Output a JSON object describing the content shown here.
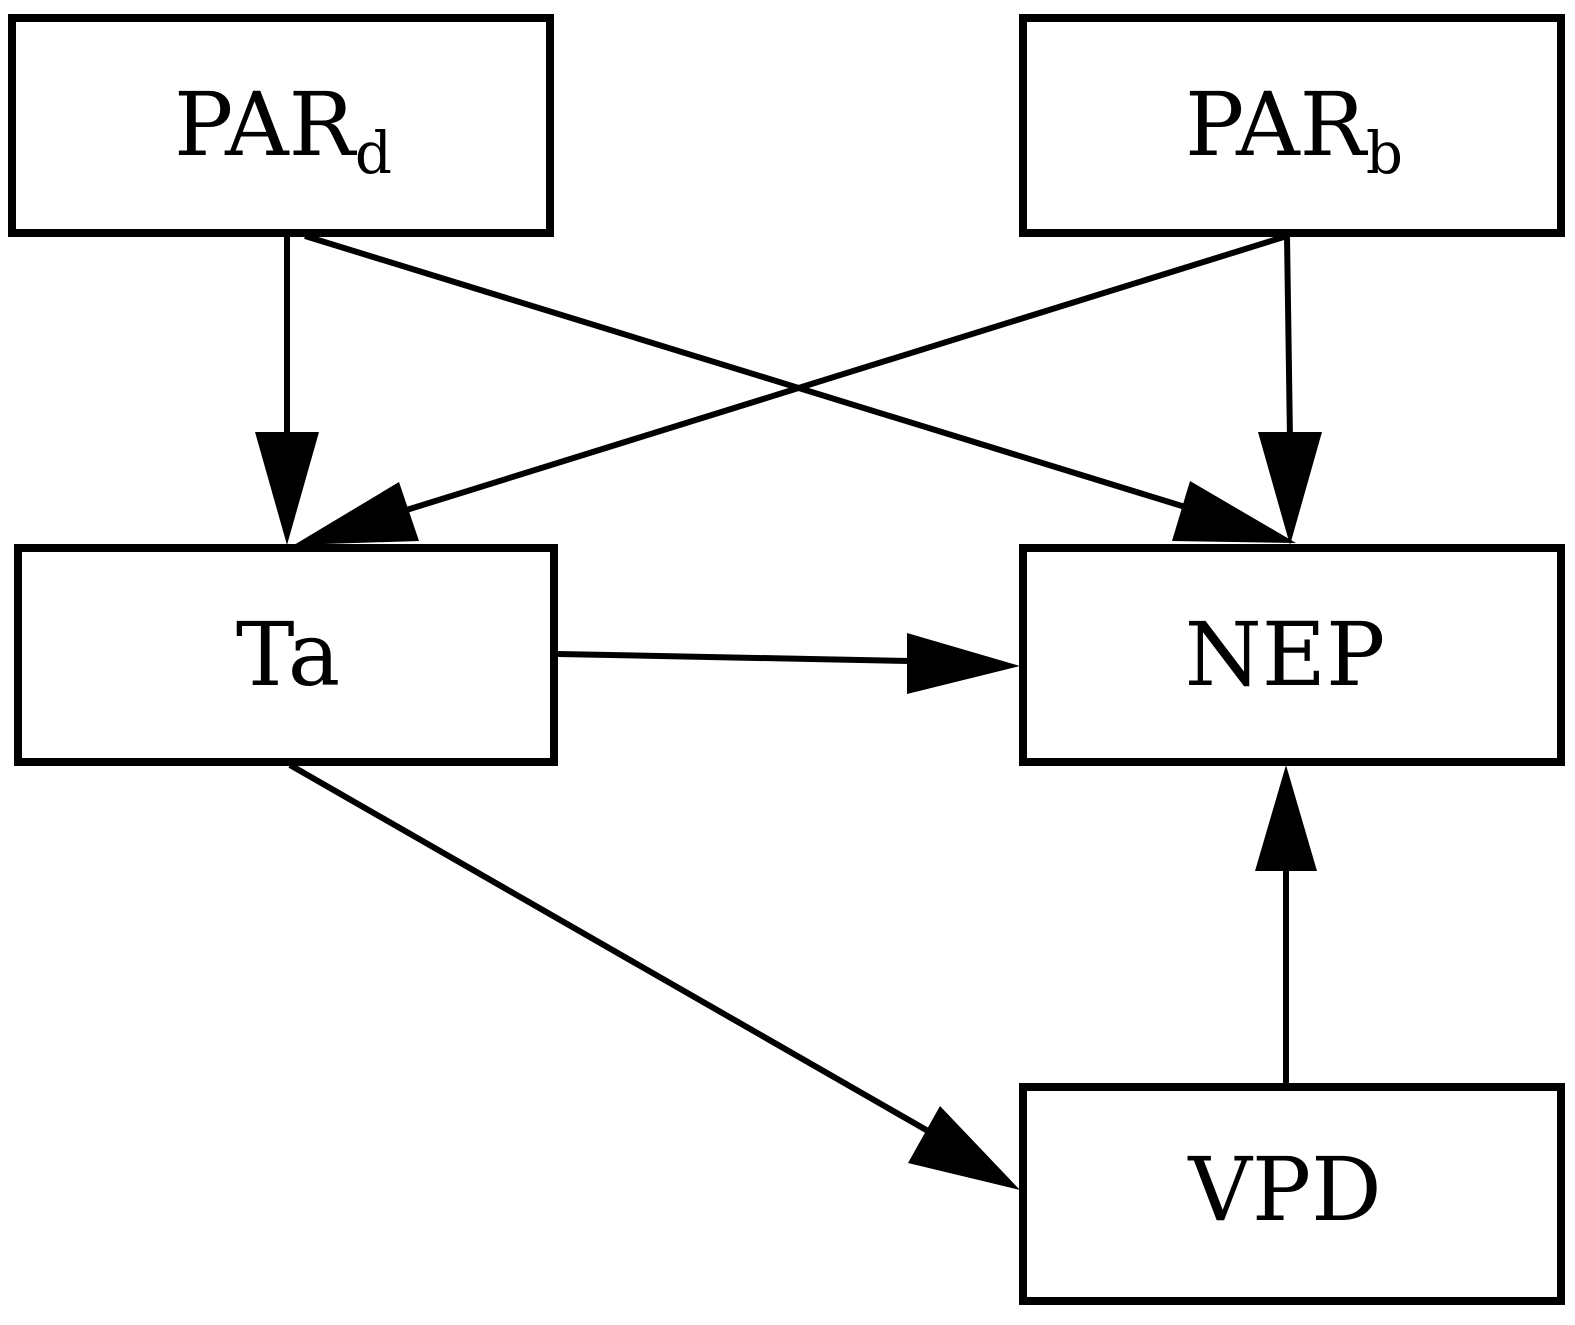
{
  "diagram": {
    "nodes": {
      "pard": {
        "label": "PAR",
        "subscript": "d"
      },
      "parb": {
        "label": "PAR",
        "subscript": "b"
      },
      "ta": {
        "label": "Ta"
      },
      "nep": {
        "label": "NEP"
      },
      "vpd": {
        "label": "VPD"
      }
    },
    "edges": [
      {
        "from": "pard",
        "to": "ta"
      },
      {
        "from": "pard",
        "to": "nep"
      },
      {
        "from": "parb",
        "to": "nep"
      },
      {
        "from": "parb",
        "to": "ta"
      },
      {
        "from": "ta",
        "to": "nep"
      },
      {
        "from": "ta",
        "to": "vpd"
      },
      {
        "from": "vpd",
        "to": "nep"
      }
    ]
  }
}
